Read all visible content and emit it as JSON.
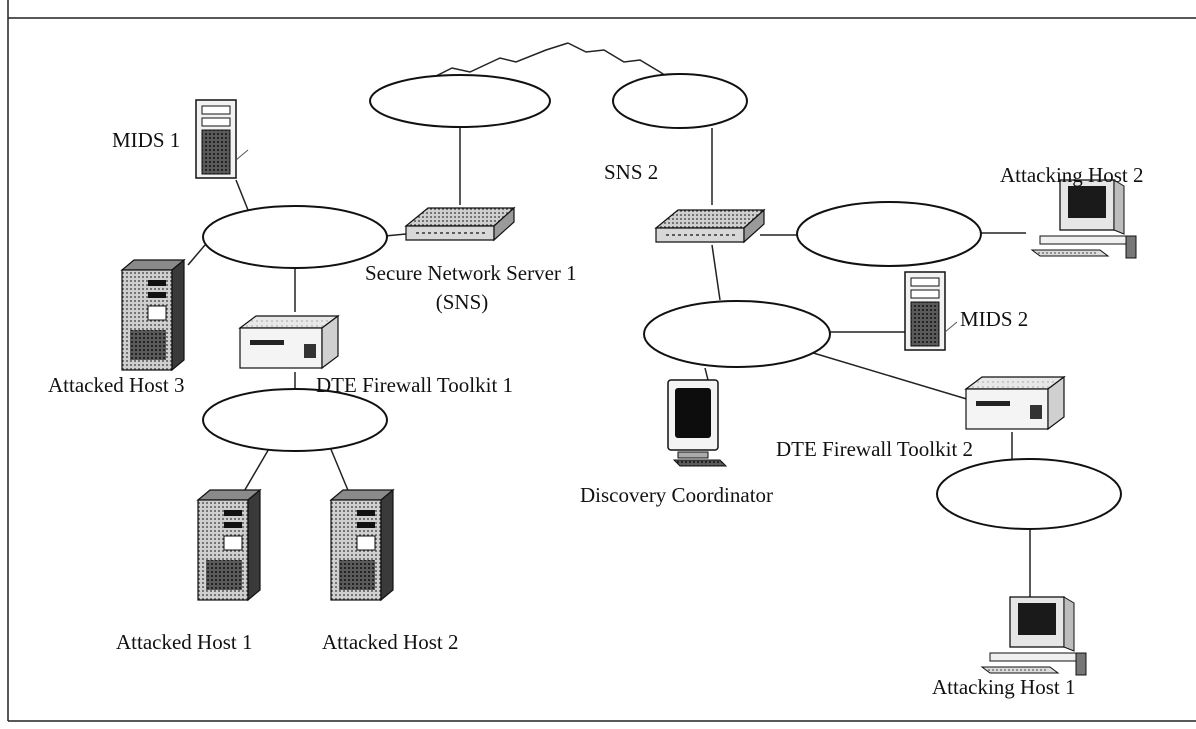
{
  "diagram": {
    "labels": {
      "mids1": "MIDS 1",
      "sns1_line1": "Secure Network Server 1",
      "sns1_line2": "(SNS)",
      "sns2": "SNS 2",
      "attacking_host2": "Attacking Host 2",
      "mids2": "MIDS 2",
      "attacked_host3": "Attacked Host 3",
      "dte_firewall1": "DTE Firewall Toolkit 1",
      "dte_firewall2": "DTE Firewall Toolkit 2",
      "discovery_coordinator": "Discovery Coordinator",
      "attacked_host1": "Attacked Host 1",
      "attacked_host2": "Attacked Host 2",
      "attacking_host1": "Attacking Host 1"
    },
    "icons": {
      "mids1": "tower-server-icon",
      "mids2": "tower-server-icon",
      "sns1": "network-router-icon",
      "sns2": "network-router-icon",
      "firewall1": "desktop-unit-icon",
      "firewall2": "desktop-unit-icon",
      "attacked_host1": "tower-computer-icon",
      "attacked_host2": "tower-computer-icon",
      "attacked_host3": "tower-computer-icon",
      "attacking_host1": "workstation-icon",
      "attacking_host2": "workstation-icon",
      "discovery_coordinator": "monitor-icon"
    },
    "colors": {
      "stroke": "#111111",
      "background": "#ffffff"
    }
  }
}
